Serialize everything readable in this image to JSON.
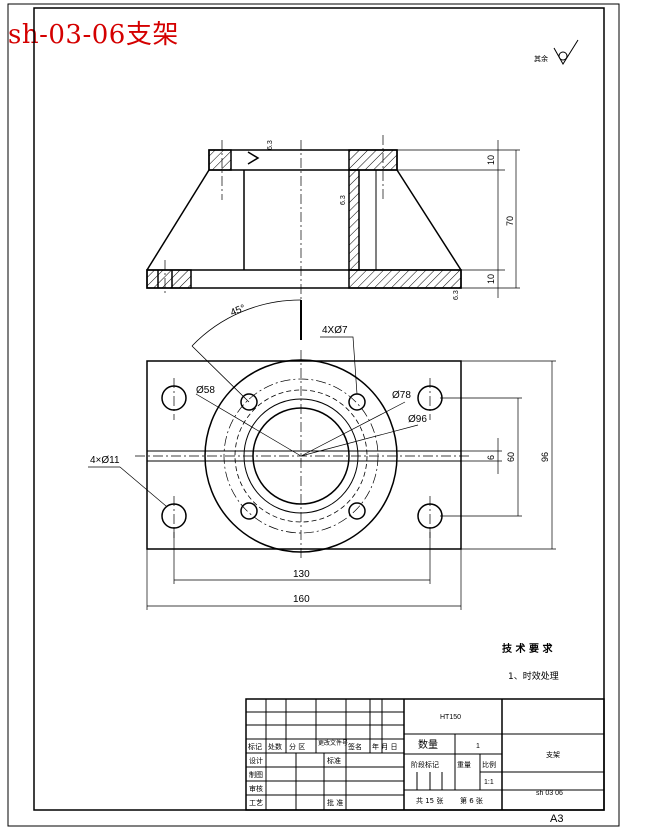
{
  "title": "sh-03-06支架",
  "roughness_note": "其余",
  "dims": {
    "top_thickness": "10",
    "height": "70",
    "bottom_thickness": "10",
    "angle": "45°",
    "small_holes": "4XØ7",
    "d58": "Ø58",
    "d78": "Ø78",
    "d96": "Ø96",
    "big_holes": "4×Ø11",
    "slot": "6",
    "width60": "60",
    "width96": "96",
    "len130": "130",
    "len160": "160",
    "rough_a": "6.3",
    "rough_b": "6.3",
    "rough_c": "6.3"
  },
  "tech": {
    "heading": "技 术 要 求",
    "item1": "1、时效处理"
  },
  "titleblock": {
    "material": "HT150",
    "headers": [
      "标记",
      "处数",
      "分 区",
      "更改文件号",
      "签名",
      "年 月 日"
    ],
    "design": "设计",
    "standard": "标准",
    "draw": "制图",
    "review": "审核",
    "process": "工艺",
    "approve": "批 准",
    "qty_label": "数量",
    "qty_value": "1",
    "stage_mark": "阶段标记",
    "weight": "重量",
    "scale_label": "比例",
    "scale_value": "1:1",
    "part_name": "支架",
    "sheets": "共 15 张",
    "sheet_no": "第 6 张",
    "drawing_no": "sh 03 06"
  },
  "sheet_size": "A3"
}
